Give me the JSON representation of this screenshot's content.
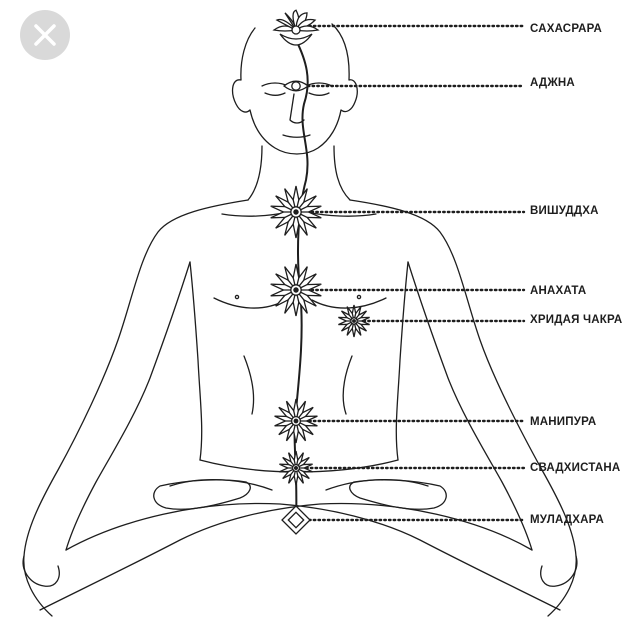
{
  "diagram": {
    "chakras": [
      {
        "label": "САХАСРАРА"
      },
      {
        "label": "АДЖНА"
      },
      {
        "label": "ВИШУДДХА"
      },
      {
        "label": "АНАХАТА"
      },
      {
        "label": "ХРИДАЯ ЧАКРА"
      },
      {
        "label": "МАНИПУРА"
      },
      {
        "label": "СВАДХИСТАНА"
      },
      {
        "label": "МУЛАДХАРА"
      }
    ]
  },
  "colors": {
    "line": "#1e1e1e",
    "close_bg": "#d9d9d9",
    "close_icon": "#ffffff"
  },
  "icons": {
    "close": "close-icon"
  }
}
